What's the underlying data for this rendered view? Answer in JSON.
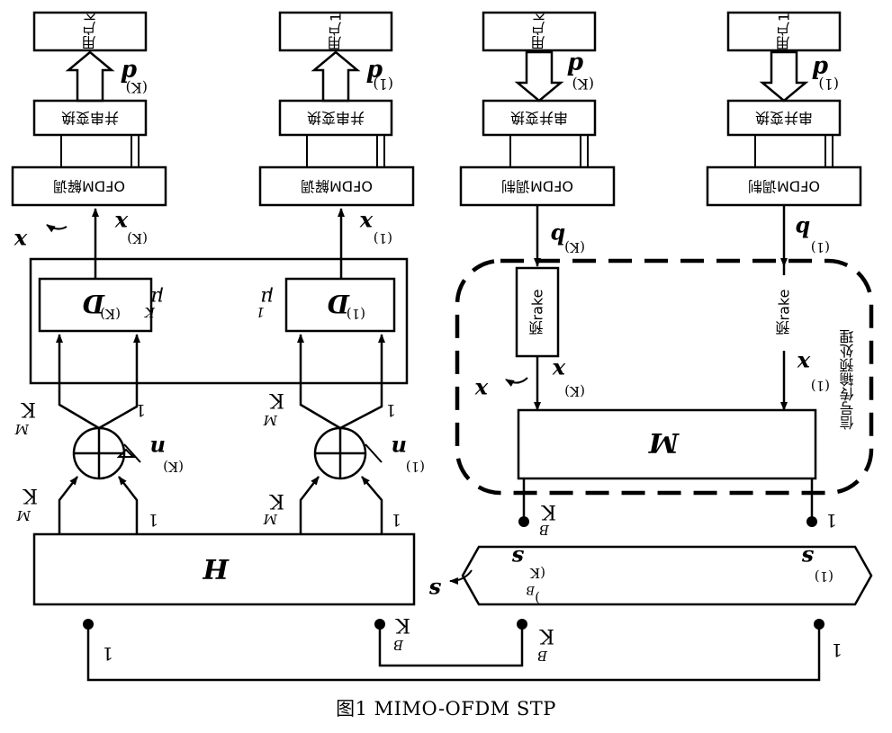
{
  "caption": "图1 MIMO-OFDM STP",
  "labels": {
    "user_k": "用户k",
    "user_1": "用户1",
    "ps": "并串变换",
    "sp": "串并变换",
    "ofdm_demod": "OFDM解调",
    "ofdm_mod": "OFDM调制",
    "d_k": "d",
    "d_k_sup": "(K)",
    "d_1": "d",
    "d_1_sup": "(1)",
    "x_k": "x",
    "x_k_sup": "(K)",
    "x_1": "x",
    "x_1_sup": "(1)",
    "x_arrow": "x",
    "b_k": "b",
    "b_k_sup": "(K)",
    "b_1": "b",
    "b_1_sup": "(1)",
    "D_k": "D",
    "D_k_sup": "(K)",
    "D_1": "D",
    "D_1_sup": "(1)",
    "mu_k": "μ",
    "mu_k_sub": "K",
    "mu_1": "μ",
    "mu_1_sub": "1",
    "KM": "K",
    "KM_sub": "M",
    "one": "1",
    "n_k": "n",
    "n_k_sup": "(K)",
    "n_1": "n",
    "n_1_sup": "(1)",
    "H": "H",
    "M": "M",
    "prerake": "预rake",
    "stp_title": "信号传输预处理",
    "KB": "K",
    "KB_sub": "B",
    "s": "s",
    "s_KB": "s",
    "s_KB_sup": "(K",
    "s_KB_sub": "B",
    "s_KB_close": ")",
    "s_1": "s",
    "s_1_sup": "(1)"
  }
}
